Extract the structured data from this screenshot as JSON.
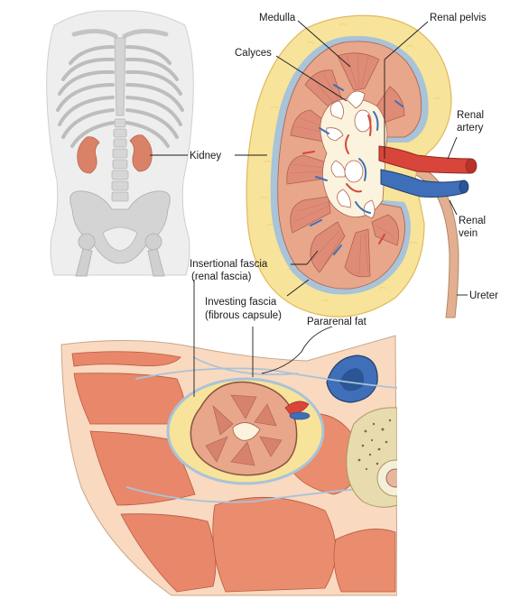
{
  "labels": {
    "medulla": "Medulla",
    "renal_pelvis": "Renal pelvis",
    "calyces": "Calyces",
    "renal_artery_line1": "Renal",
    "renal_artery_line2": "artery",
    "kidney": "Kidney",
    "renal_vein_line1": "Renal",
    "renal_vein_line2": "vein",
    "insertional_fascia_line1": "Insertional fascia",
    "insertional_fascia_line2": "(renal fascia)",
    "ureter": "Ureter",
    "investing_fascia_line1": "Investing fascia",
    "investing_fascia_line2": "(fibrous capsule)",
    "pararenal_fat": "Pararenal fat"
  },
  "colors": {
    "cortex": "#e8a68a",
    "pyramid": "#de8c78",
    "fat": "#f6e08e",
    "fat_border": "#e0b95c",
    "capsule": "#a9c3d8",
    "artery": "#d8453a",
    "vein": "#3f6fb8",
    "muscle": "#e9876b",
    "bone": "#e8dcae",
    "skeleton": "#c9c9c9"
  }
}
